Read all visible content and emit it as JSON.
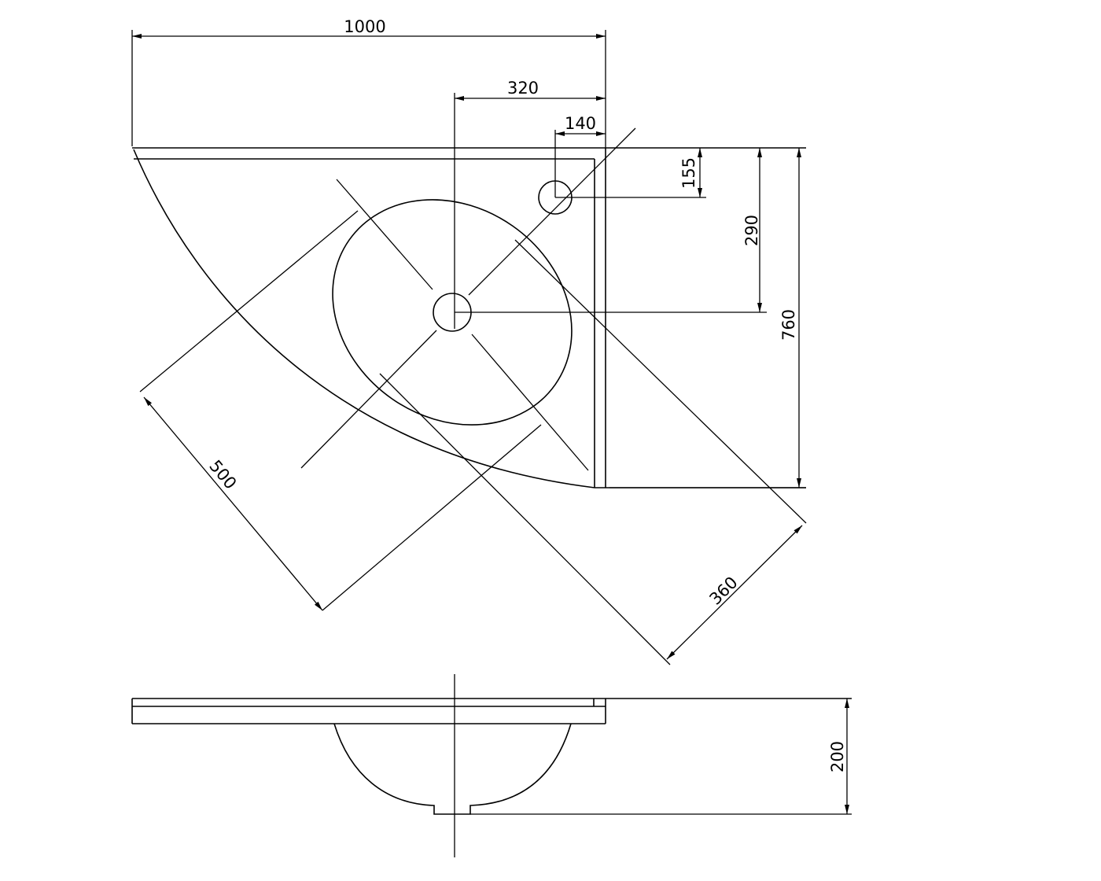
{
  "drawing": {
    "plan_view": {
      "dimensions": {
        "overall_width": "1000",
        "drain_offset": "320",
        "tap_hole_offset_x": "140",
        "tap_hole_offset_y": "155",
        "drain_offset_y": "290",
        "overall_depth": "760",
        "bowl_length": "500",
        "bowl_width": "360"
      }
    },
    "side_view": {
      "dimensions": {
        "height": "200"
      }
    },
    "line_color": "#000000",
    "background_color": "#ffffff"
  }
}
